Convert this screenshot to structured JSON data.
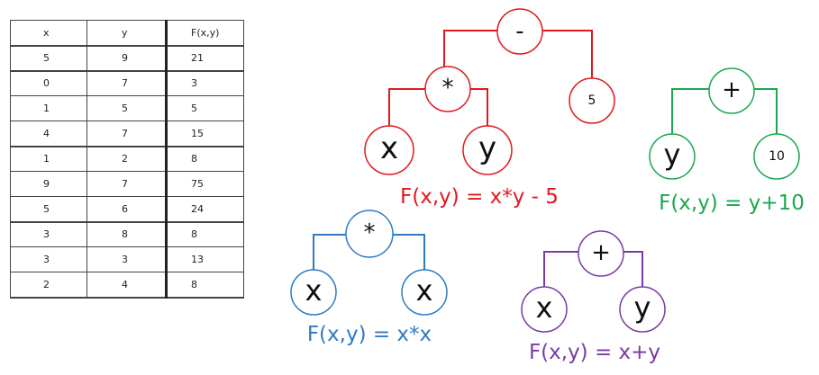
{
  "table": {
    "headers": [
      "x",
      "y",
      "F(x,y)"
    ],
    "rows": [
      [
        "5",
        "9",
        "21"
      ],
      [
        "0",
        "7",
        "3"
      ],
      [
        "1",
        "5",
        "5"
      ],
      [
        "4",
        "7",
        "15"
      ],
      [
        "1",
        "2",
        "8"
      ],
      [
        "9",
        "7",
        "75"
      ],
      [
        "5",
        "6",
        "24"
      ],
      [
        "3",
        "8",
        "8"
      ],
      [
        "3",
        "3",
        "13"
      ],
      [
        "2",
        "4",
        "8"
      ]
    ]
  },
  "trees": {
    "red": {
      "color": "#e0191f",
      "root": "-",
      "mul": "*",
      "left_leaf": "x",
      "right_leaf": "y",
      "const": "5",
      "formula": "F(x,y) = x*y - 5"
    },
    "green": {
      "color": "#1aa84f",
      "root": "+",
      "left_leaf": "y",
      "right_leaf": "10",
      "formula": "F(x,y) = y+10"
    },
    "blue": {
      "color": "#2e7bc4",
      "root": "*",
      "left_leaf": "x",
      "right_leaf": "x",
      "formula": "F(x,y) = x*x"
    },
    "purple": {
      "color": "#7a3aa6",
      "root": "+",
      "left_leaf": "x",
      "right_leaf": "y",
      "formula": "F(x,y) = x+y"
    }
  }
}
